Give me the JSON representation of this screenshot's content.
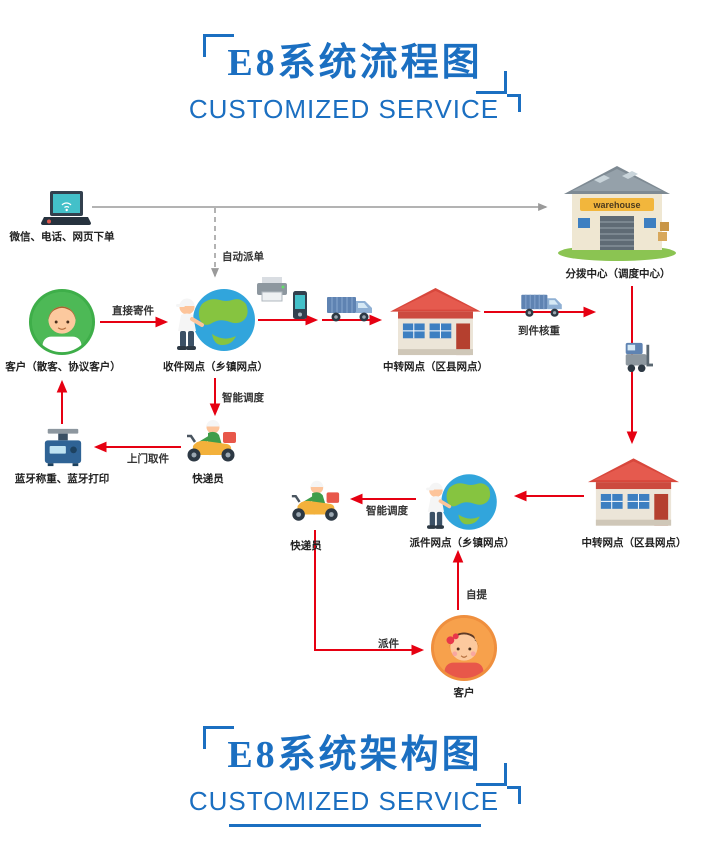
{
  "page": {
    "flow_section": {
      "title": "E8系统流程图",
      "subtitle": "CUSTOMIZED SERVICE"
    },
    "arch_section": {
      "title": "E8系统架构图",
      "subtitle": "CUSTOMIZED SERVICE"
    }
  },
  "nodes": {
    "order_channels": {
      "label": "微信、电话、网页下单"
    },
    "customer_sender": {
      "label": "客户（散客、协议客户）"
    },
    "receiving_outlet": {
      "label": "收件网点（乡镇网点）"
    },
    "transit_outlet_inbound": {
      "label": "中转网点（区县网点）"
    },
    "distribution_center": {
      "label": "分拨中心（调度中心）"
    },
    "warehouse_sign": {
      "label": "warehouse"
    },
    "transit_outlet_outbound": {
      "label": "中转网点（区县网点）"
    },
    "delivery_outlet": {
      "label": "派件网点（乡镇网点）"
    },
    "courier_pickup": {
      "label": "快递员"
    },
    "courier_delivery": {
      "label": "快递员"
    },
    "bluetooth_devices": {
      "label": "蓝牙称重、蓝牙打印"
    },
    "customer_receiver": {
      "label": "客户"
    }
  },
  "edges": {
    "direct_send": {
      "label": "直接寄件"
    },
    "auto_dispatch": {
      "label": "自动派单"
    },
    "smart_dispatch_pickup": {
      "label": "智能调度"
    },
    "door_pickup": {
      "label": "上门取件"
    },
    "arrival_weighing": {
      "label": "到件核重"
    },
    "smart_dispatch_delivery": {
      "label": "智能调度"
    },
    "deliver_parcel": {
      "label": "派件"
    },
    "self_pickup": {
      "label": "自提"
    }
  },
  "colors": {
    "title_blue": "#1b6fc1",
    "arrow_red": "#e60012",
    "arrow_gray": "#9a9a9a"
  }
}
